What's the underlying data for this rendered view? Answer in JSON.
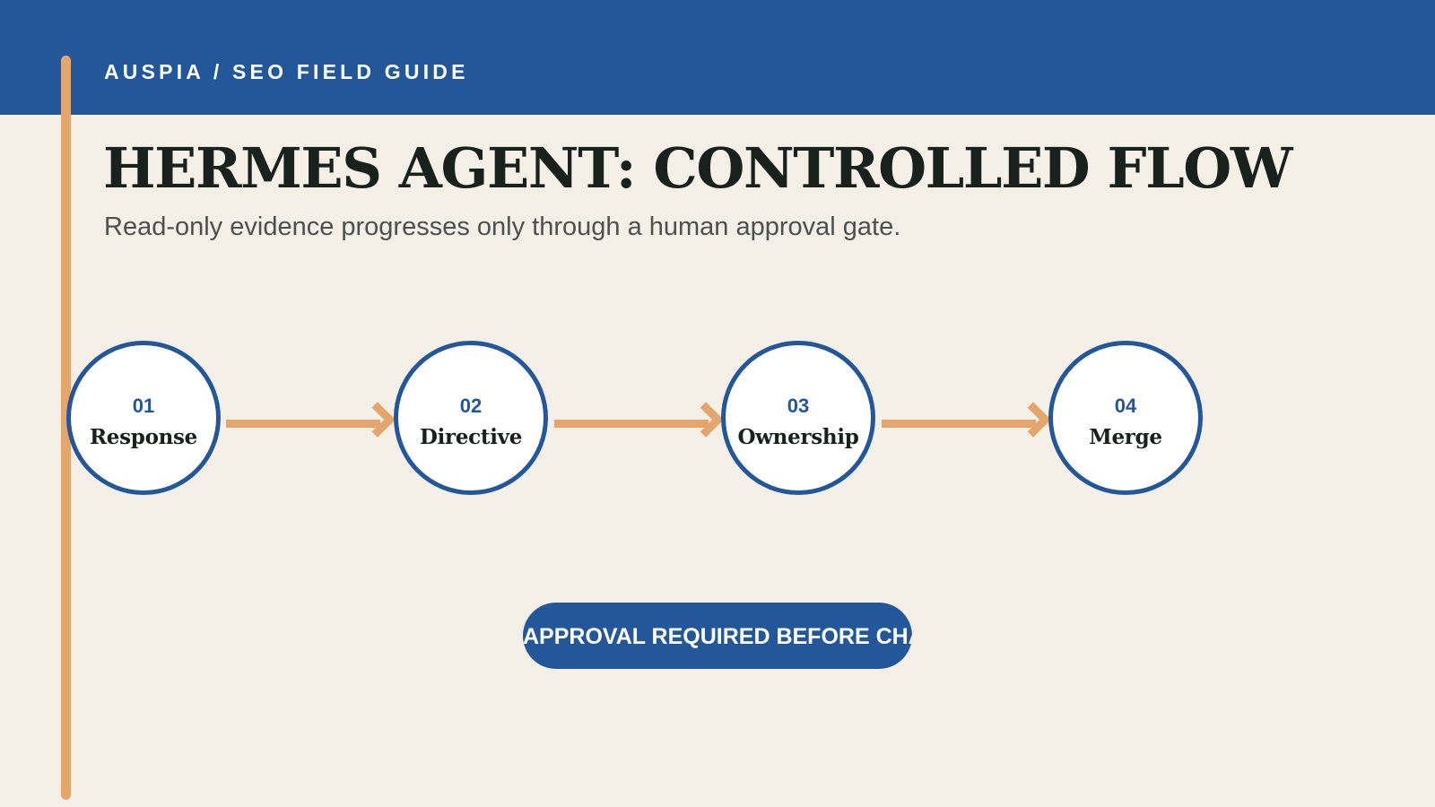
{
  "header": {
    "eyebrow": "AUSPIA / SEO FIELD GUIDE"
  },
  "heading": {
    "title": "HERMES AGENT: CONTROLLED FLOW",
    "subtitle": "Read-only evidence progresses only through a human approval gate."
  },
  "flow": {
    "steps": [
      {
        "number": "01",
        "label": "Response"
      },
      {
        "number": "02",
        "label": "Directive"
      },
      {
        "number": "03",
        "label": "Ownership"
      },
      {
        "number": "04",
        "label": "Merge"
      }
    ]
  },
  "gate": {
    "label": "APPROVAL REQUIRED BEFORE CHANGES"
  },
  "colors": {
    "primary_blue": "#24579a",
    "accent_orange": "#e5a66d",
    "background": "#f4f0e7",
    "ink": "#18211c"
  }
}
